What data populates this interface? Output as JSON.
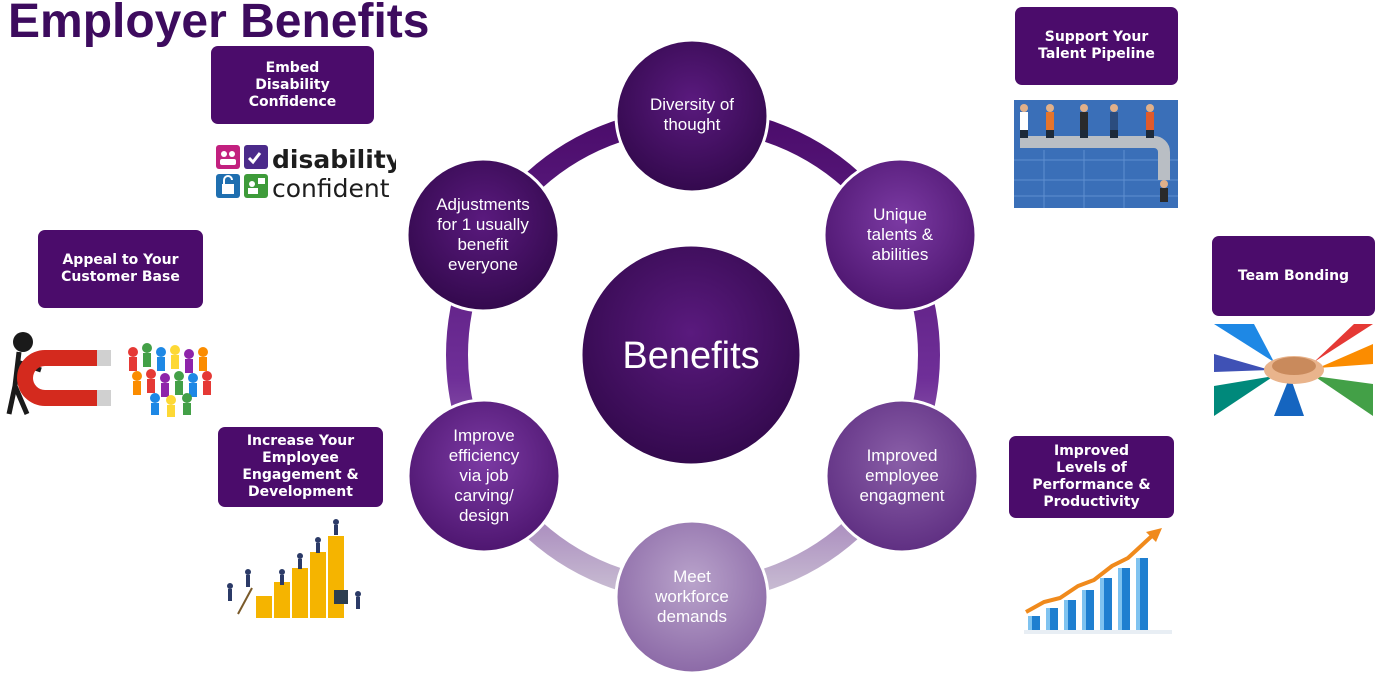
{
  "title": "Employer Benefits",
  "center": "Benefits",
  "circles": [
    {
      "id": "diversity",
      "text": "Diversity of\nthought"
    },
    {
      "id": "talents",
      "text": "Unique\ntalents &\nabilities"
    },
    {
      "id": "engagement",
      "text": "Improved\nemployee\nengagment"
    },
    {
      "id": "workforce",
      "text": "Meet\nworkforce\ndemands"
    },
    {
      "id": "efficiency",
      "text": "Improve\nefficiency\nvia job\ncarving/\ndesign"
    },
    {
      "id": "adjustments",
      "text": "Adjustments\nfor 1 usually\nbenefit\neveryone"
    }
  ],
  "boxes": {
    "embed": "Embed\nDisability\nConfidence",
    "appeal": "Appeal to Your\nCustomer Base",
    "increase": "Increase Your\nEmployee\nEngagement &\nDevelopment",
    "support": "Support Your\nTalent Pipeline",
    "team": "Team Bonding",
    "improved": "Improved\nLevels of\nPerformance &\nProductivity"
  },
  "logo": {
    "word1": "disability",
    "word2": "confident"
  },
  "colors": {
    "dark_purple": "#3d0b5e",
    "box_purple": "#4b0c6b",
    "ring": "#6a2c91",
    "ring_light": "#b9a9c6"
  }
}
